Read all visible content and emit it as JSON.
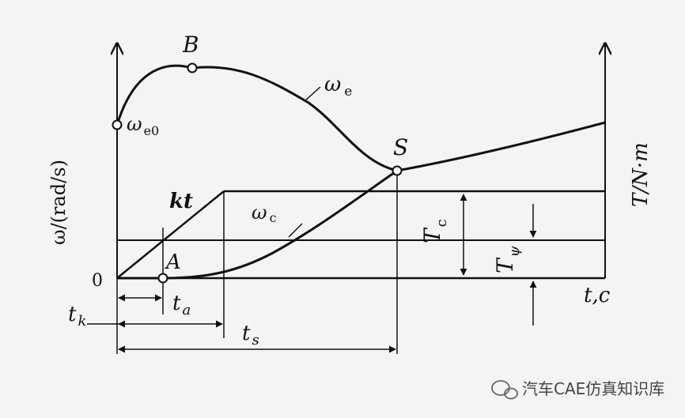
{
  "labels": {
    "y_left": "ω/(rad/s)",
    "y_right": "T/N·m",
    "x_axis": "t,c",
    "origin": "0",
    "point_B": "B",
    "point_S": "S",
    "point_A": "A",
    "omega_e": "ω",
    "omega_e_sub": "e",
    "omega_e0": "ω",
    "omega_e0_sub": "e0",
    "omega_c": "ω",
    "omega_c_sub": "c",
    "kt": "kt",
    "T_c": "T",
    "T_c_sub": "c",
    "T_psi": "T",
    "T_psi_sub": "ψ",
    "t_a": "t",
    "t_a_sub": "a",
    "t_k": "t",
    "t_k_sub": "k",
    "t_s": "t",
    "t_s_sub": "s"
  },
  "watermark": {
    "text": "汽车CAE仿真知识库"
  },
  "colors": {
    "ink": "#111111",
    "background": "#f4f4f4"
  }
}
